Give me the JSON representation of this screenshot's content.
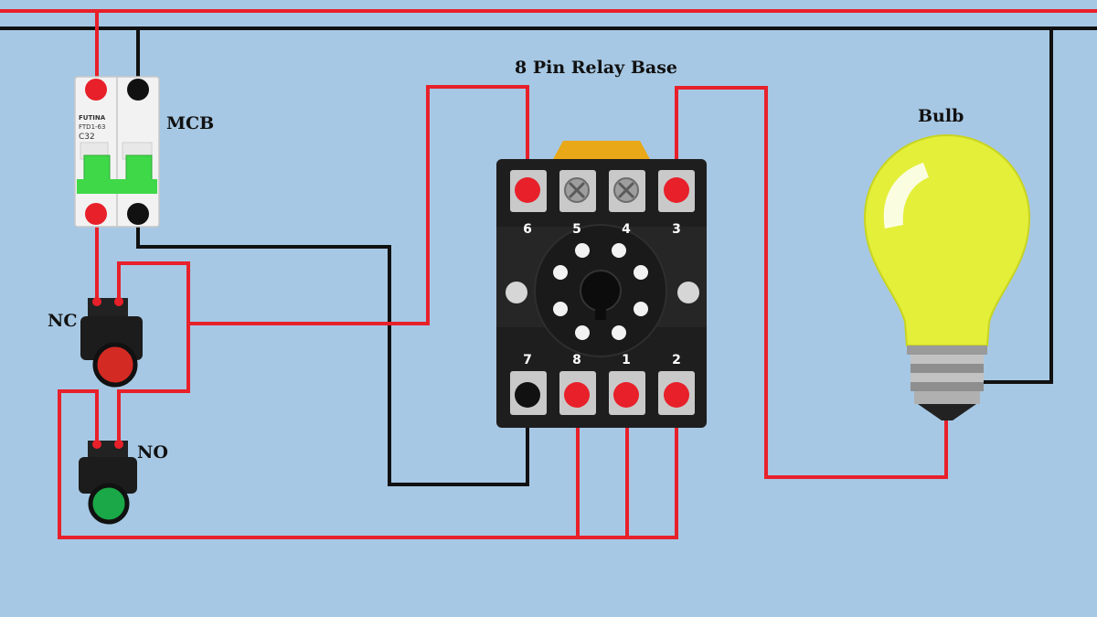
{
  "colors": {
    "background": "#a6c8e4",
    "phase_wire": "#e8202a",
    "neutral_wire": "#111111",
    "mcb_body": "#f2f2f2",
    "mcb_toggle": "#3fd848",
    "relay_base": "#1e1e1e",
    "relay_clip": "#e8a818",
    "nc_button": "#d42a24",
    "no_button": "#1aa848",
    "bulb_glass": "#e4ef3a",
    "bulb_base": "#8e8e8e"
  },
  "labels": {
    "relay_base": "8 Pin Relay Base",
    "mcb": "MCB",
    "bulb": "Bulb",
    "nc": "NC",
    "no": "NO"
  },
  "mcb": {
    "brand": "FUTINA",
    "model": "FTD1-63",
    "rating": "C32"
  },
  "relay": {
    "top_pins": [
      "6",
      "5",
      "4",
      "3"
    ],
    "bottom_pins": [
      "7",
      "8",
      "1",
      "2"
    ],
    "top_connected": [
      true,
      false,
      false,
      true
    ],
    "bottom_connected": [
      "black",
      "red",
      "red",
      "red"
    ]
  },
  "icons": {
    "mcb": "circuit-breaker-icon",
    "relay": "relay-base-icon",
    "bulb": "light-bulb-icon",
    "nc": "push-button-icon",
    "no": "push-button-icon"
  }
}
